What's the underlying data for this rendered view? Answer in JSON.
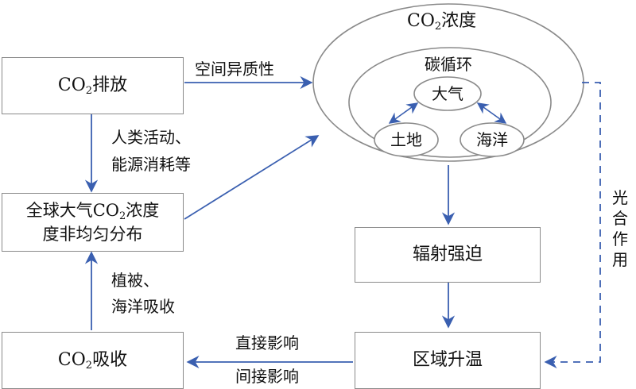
{
  "nodes": {
    "co2_emission": {
      "prefix": "CO",
      "sub": "2",
      "suffix": "排放"
    },
    "global_distribution": {
      "line1_prefix": "全球大气CO",
      "line1_sub": "2",
      "line1_suffix": "浓度",
      "line2": "度非均匀分布"
    },
    "co2_absorption": {
      "prefix": "CO",
      "sub": "2",
      "suffix": "吸收"
    },
    "radiative_forcing": "辐射强迫",
    "regional_warming": "区域升温",
    "concentration": {
      "prefix": "CO",
      "sub": "2",
      "suffix": "浓度"
    },
    "carbon_cycle": "碳循环",
    "atmosphere": "大气",
    "land": "土地",
    "ocean": "海洋"
  },
  "edge_labels": {
    "spatial_heterogeneity": "空间异质性",
    "human_line1": "人类活动、",
    "human_line2": "能源消耗等",
    "veg_line1": "植被、",
    "veg_line2": "海洋吸收",
    "direct": "直接影响",
    "indirect": "间接影响",
    "photosynthesis": [
      "光",
      "合",
      "作",
      "用"
    ]
  },
  "colors": {
    "arrow": "#3a5fb0",
    "border": "#8a8a8a"
  }
}
